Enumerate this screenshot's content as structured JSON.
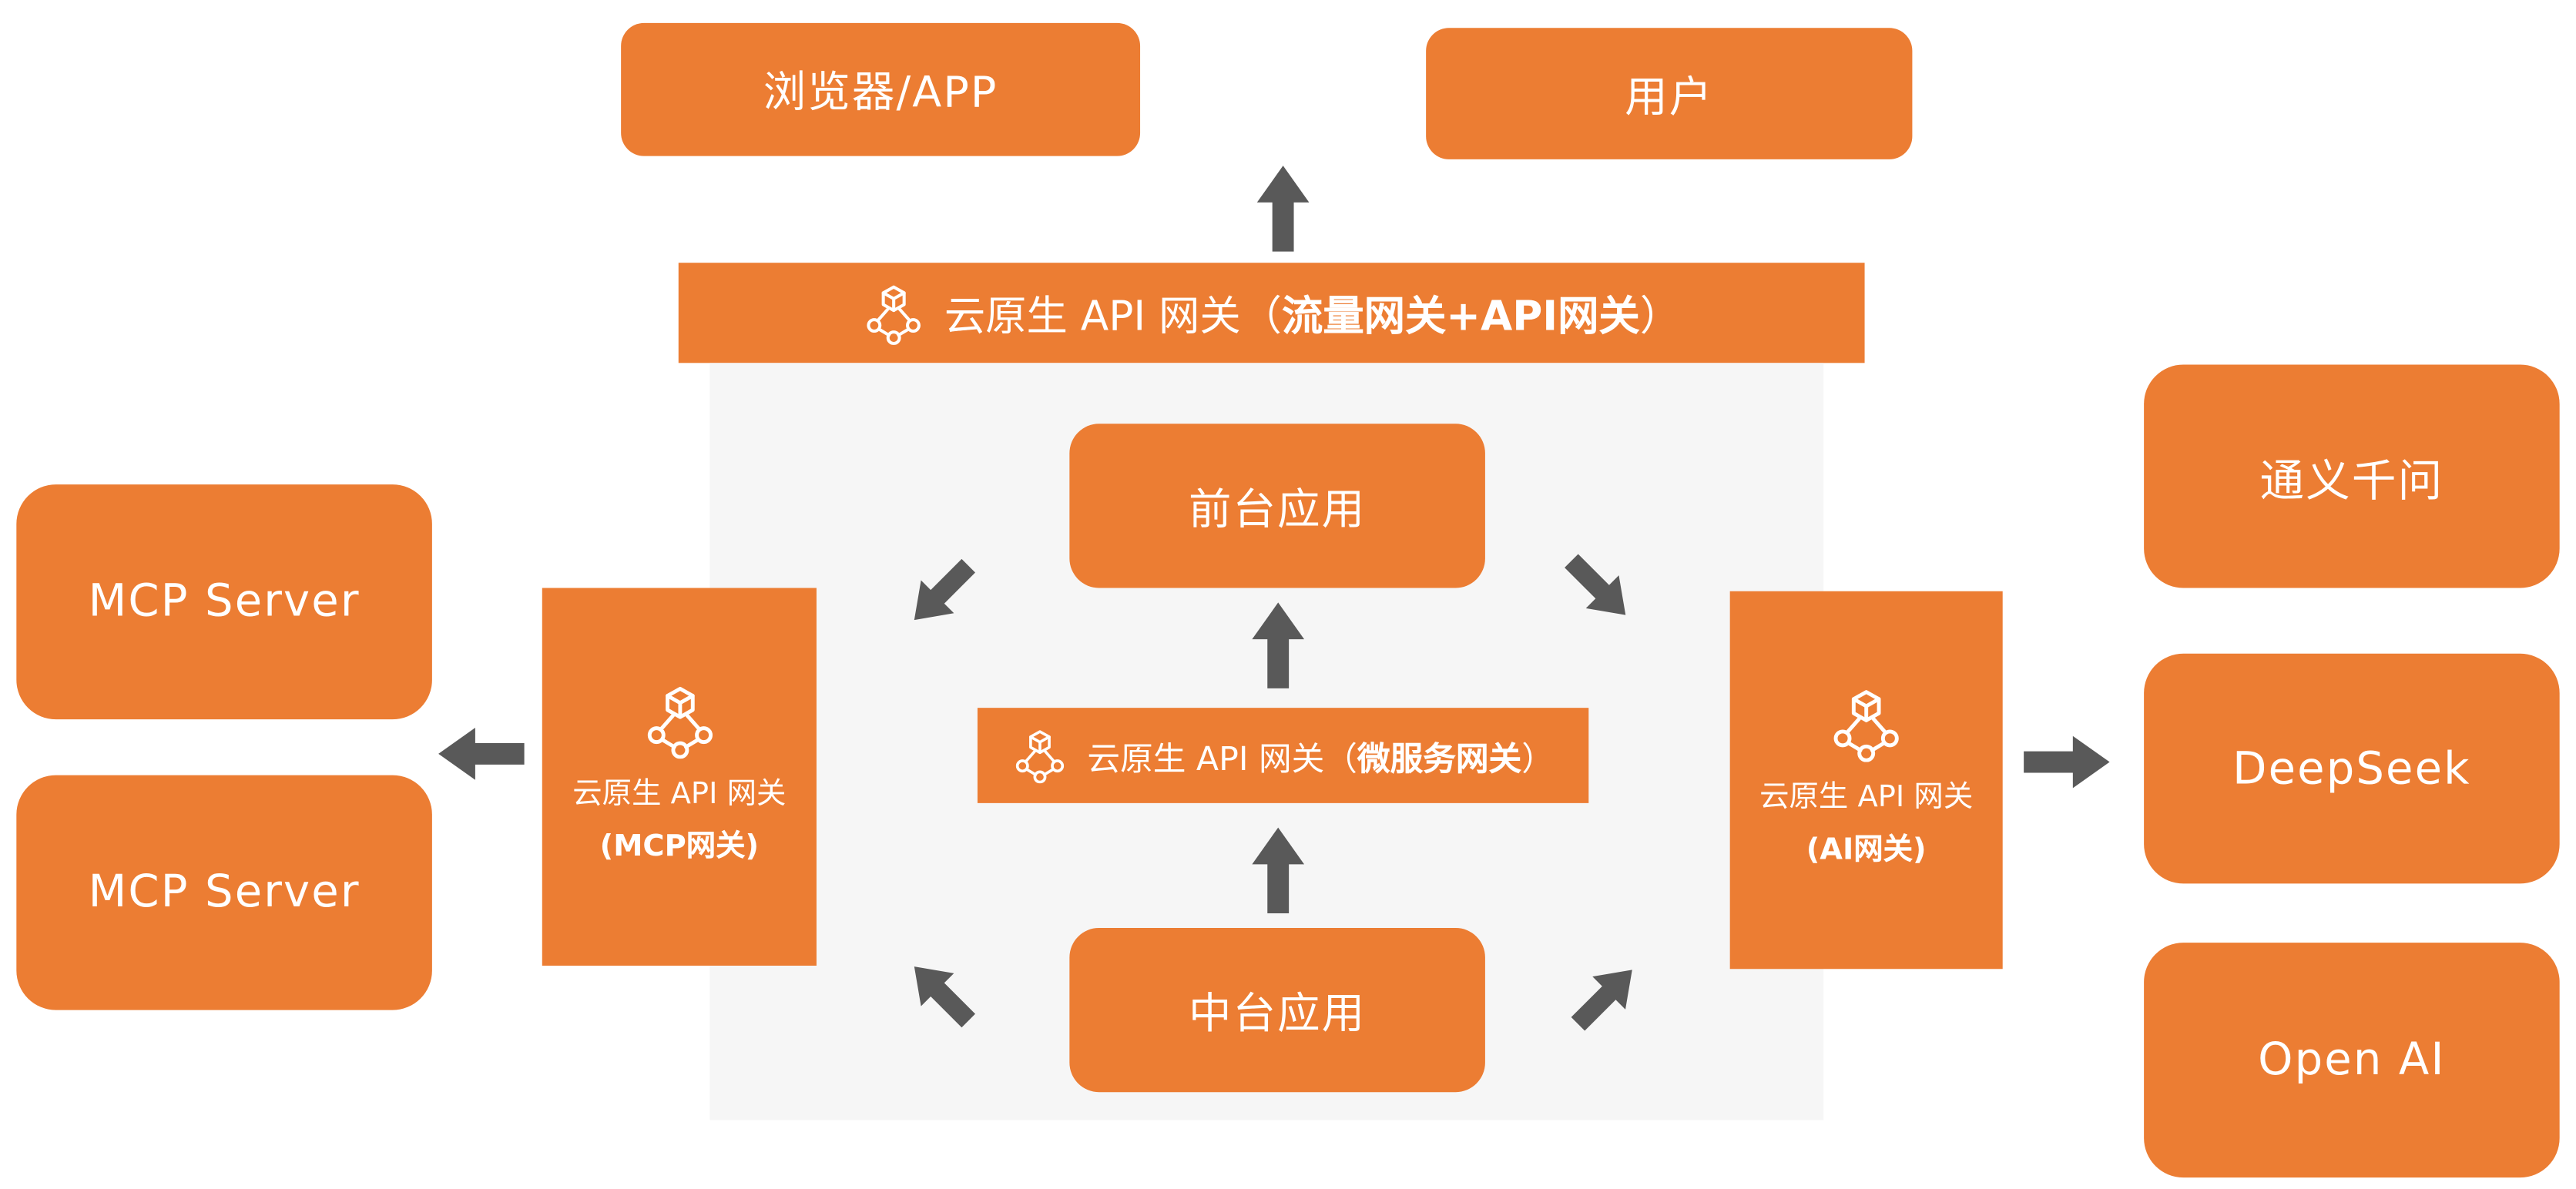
{
  "colors": {
    "orange": "#EC7D33",
    "arrow": "#595959",
    "panel": "#F6F6F6"
  },
  "top": {
    "browser": "浏览器/APP",
    "user": "用户"
  },
  "gateways": {
    "traffic": {
      "prefix": "云原生 API 网关（",
      "bold": "流量网关+API网关",
      "suffix": "）",
      "icon": "gateway-cube-icon"
    },
    "microservice": {
      "prefix": "云原生 API 网关（",
      "bold": "微服务网关",
      "suffix": "）",
      "icon": "gateway-cube-icon"
    },
    "mcp": {
      "line1": "云原生 API 网关",
      "line2": "(MCP网关)",
      "icon": "gateway-cube-icon"
    },
    "ai": {
      "line1": "云原生 API 网关",
      "line2": "(AI网关)",
      "icon": "gateway-cube-icon"
    }
  },
  "apps": {
    "frontend": "前台应用",
    "middle": "中台应用"
  },
  "left_nodes": [
    "MCP Server",
    "MCP Server"
  ],
  "right_nodes": [
    "通义千问",
    "DeepSeek",
    "Open AI"
  ]
}
